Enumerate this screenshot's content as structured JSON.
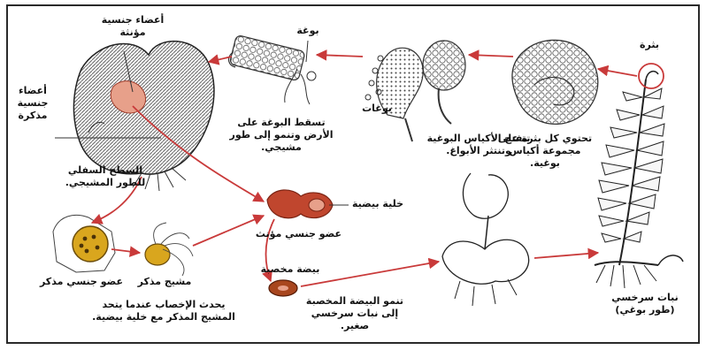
{
  "colors": {
    "arrow": "#c93a3a",
    "zygote": "#a8461e",
    "antheridium_fill": "#d9a61e",
    "archegonium_fill": "#c0462e",
    "border": "#2a2a2a"
  },
  "labels": {
    "female_organs": "أعضاء جنسية مؤنثة",
    "male_organs": "أعضاء جنسية مذكرة",
    "underside_gametophyte": "السطح السفلي للطور المشيجي.",
    "spore": "بوغة",
    "spore_falls": "تسقط البوغة على الأرض وتنمو إلى طور مشيجي.",
    "spores": "بوغات",
    "sacs_open": "تنفتح الأكياس البوغية وتنتثر الأبواغ.",
    "sorus": "بثرة",
    "sorus_contains": "تحتوي كل بثرة على مجموعة أكياس بوغية.",
    "fern_plant": "نبات سرخسي (طور بوغي)",
    "egg_cell": "خلية بيضية",
    "female_organ": "عضو جنسي مؤنث",
    "male_organ": "عضو جنسي مذكر",
    "male_gamete": "مشيج مذكر",
    "fertilized_egg": "بيضة مخصبة",
    "fertilization": "يحدث الإخصاب عندما يتحد المشيج المذكر مع خلية بيضية.",
    "zygote_grows": "تنمو البيضة المخصبة إلى نبات سرخسي صغير."
  }
}
